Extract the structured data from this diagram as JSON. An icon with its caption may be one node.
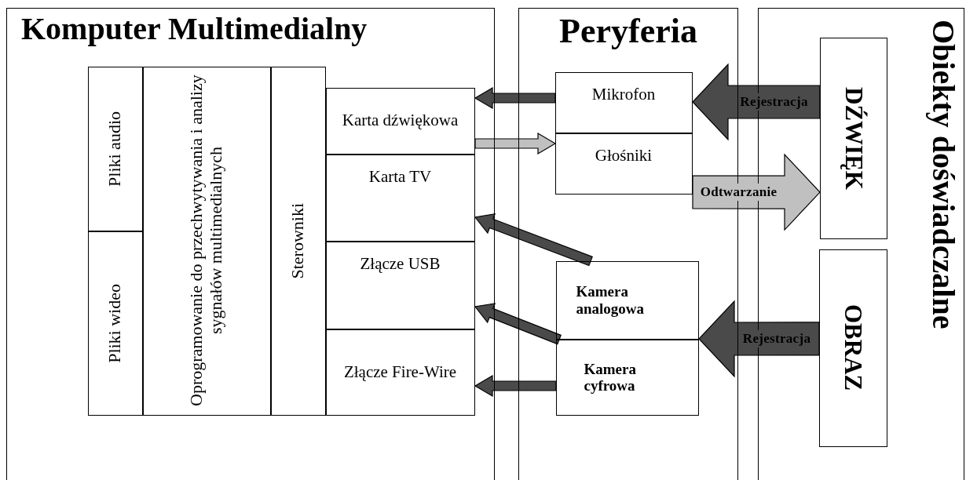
{
  "diagram": {
    "nodes": [
      {
        "text": [
          "Komputer Multimedialny"
        ]
      },
      {
        "text": [
          "Pliki audio"
        ],
        "in": 0
      },
      {
        "text": [
          "Pliki wideo"
        ],
        "in": 0
      },
      {
        "text": [
          "Oprogramowanie do przechwytywania i analizy sygnałów multimedialnych"
        ],
        "in": 0
      },
      {
        "text": [
          "Sterowniki"
        ],
        "in": 0
      },
      {
        "text": [
          "Karta dźwiękowa"
        ],
        "in": 0
      },
      {
        "text": [
          "Karta TV"
        ],
        "in": 0
      },
      {
        "text": [
          "Złącze USB"
        ],
        "in": 0
      },
      {
        "text": [
          "Złącze Fire-Wire"
        ],
        "in": 0
      },
      {
        "text": [
          "Peryferia"
        ]
      },
      {
        "text": [
          "Mikrofon"
        ],
        "in": 9
      },
      {
        "text": [
          "Głośniki"
        ],
        "in": 9
      },
      {
        "text": [
          "Kamera analogowa"
        ],
        "in": 9
      },
      {
        "text": [
          "Kamera cyfrowa"
        ],
        "in": 9
      },
      {
        "text": [
          "Obiekty doświadczalne"
        ]
      },
      {
        "text": [
          "DŹWIĘK"
        ],
        "in": 14
      },
      {
        "text": [
          "OBRAZ"
        ],
        "in": 14
      }
    ],
    "edges": [
      {
        "from": 10,
        "to": 5,
        "arrow": "to"
      },
      {
        "from": 5,
        "to": 11,
        "arrow": "to",
        "color": "#c0c0c0"
      },
      {
        "from": 12,
        "to": 6,
        "arrow": "to"
      },
      {
        "from": 13,
        "to": 7,
        "arrow": "to"
      },
      {
        "from": 13,
        "to": 8,
        "arrow": "to"
      },
      {
        "from": 15,
        "to": 10,
        "arrow": "to",
        "label": "Rejestracja",
        "style": "thick"
      },
      {
        "from": 11,
        "to": 15,
        "arrow": "to",
        "label": "Odtwarzanie",
        "style": "thick",
        "color": "#c0c0c0"
      },
      {
        "from": 16,
        "to": 12,
        "arrow": "to",
        "label": "Rejestracja",
        "style": "thick"
      }
    ]
  }
}
